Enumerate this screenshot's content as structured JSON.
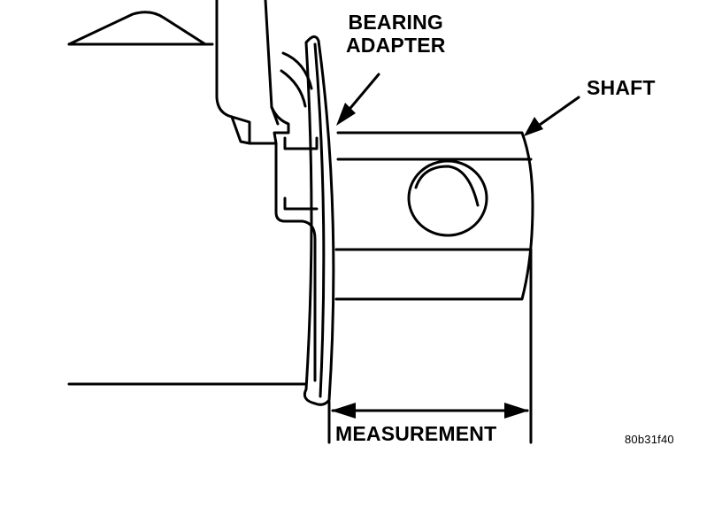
{
  "labels": {
    "bearing_adapter_line1": "BEARING",
    "bearing_adapter_line2": "ADAPTER",
    "shaft": "SHAFT",
    "measurement": "MEASUREMENT",
    "figure_id": "80b31f40"
  },
  "colors": {
    "ink": "#000000",
    "background": "#ffffff"
  }
}
